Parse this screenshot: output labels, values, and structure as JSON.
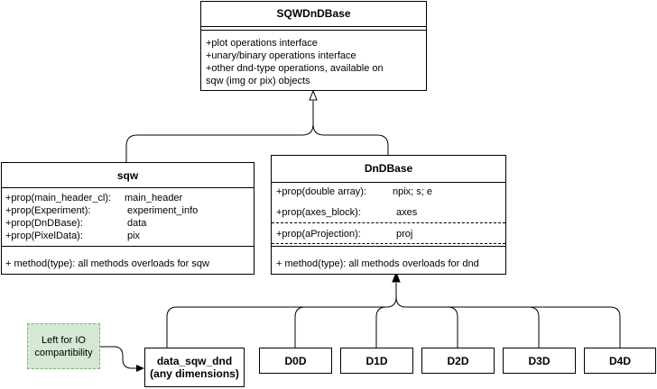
{
  "sqwdnd": {
    "title": "SQWDnDBase",
    "lines": [
      "+plot operations interface",
      "+unary/binary operations interface",
      "+other dnd-type operations, available on",
      "sqw (img or pix) objects"
    ]
  },
  "sqw": {
    "title": "sqw",
    "props": [
      {
        "name": "+prop(main_header_cl):",
        "value": "main_header"
      },
      {
        "name": "+prop(Experiment):",
        "value": "experiment_info"
      },
      {
        "name": "+prop(DnDBase):",
        "value": "data"
      },
      {
        "name": "+prop(PixelData):",
        "value": "pix"
      }
    ],
    "method": "+ method(type):  all methods overloads for sqw"
  },
  "dnd": {
    "title": "DnDBase",
    "props": [
      {
        "name": "+prop(double array):",
        "value": "npix; s; e"
      },
      {
        "name": "+prop(axes_block):",
        "value": "axes"
      },
      {
        "name": "+prop(aProjection):",
        "value": "proj"
      }
    ],
    "method": "+ method(type):  all methods overloads for dnd"
  },
  "leaves": {
    "data_sqw_dnd_line1": "data_sqw_dnd",
    "data_sqw_dnd_line2": "(any dimensions)",
    "d0d": "D0D",
    "d1d": "D1D",
    "d2d": "D2D",
    "d3d": "D3D",
    "d4d": "D4D"
  },
  "note": {
    "line1": "Left for IO",
    "line2": "compartibility"
  }
}
